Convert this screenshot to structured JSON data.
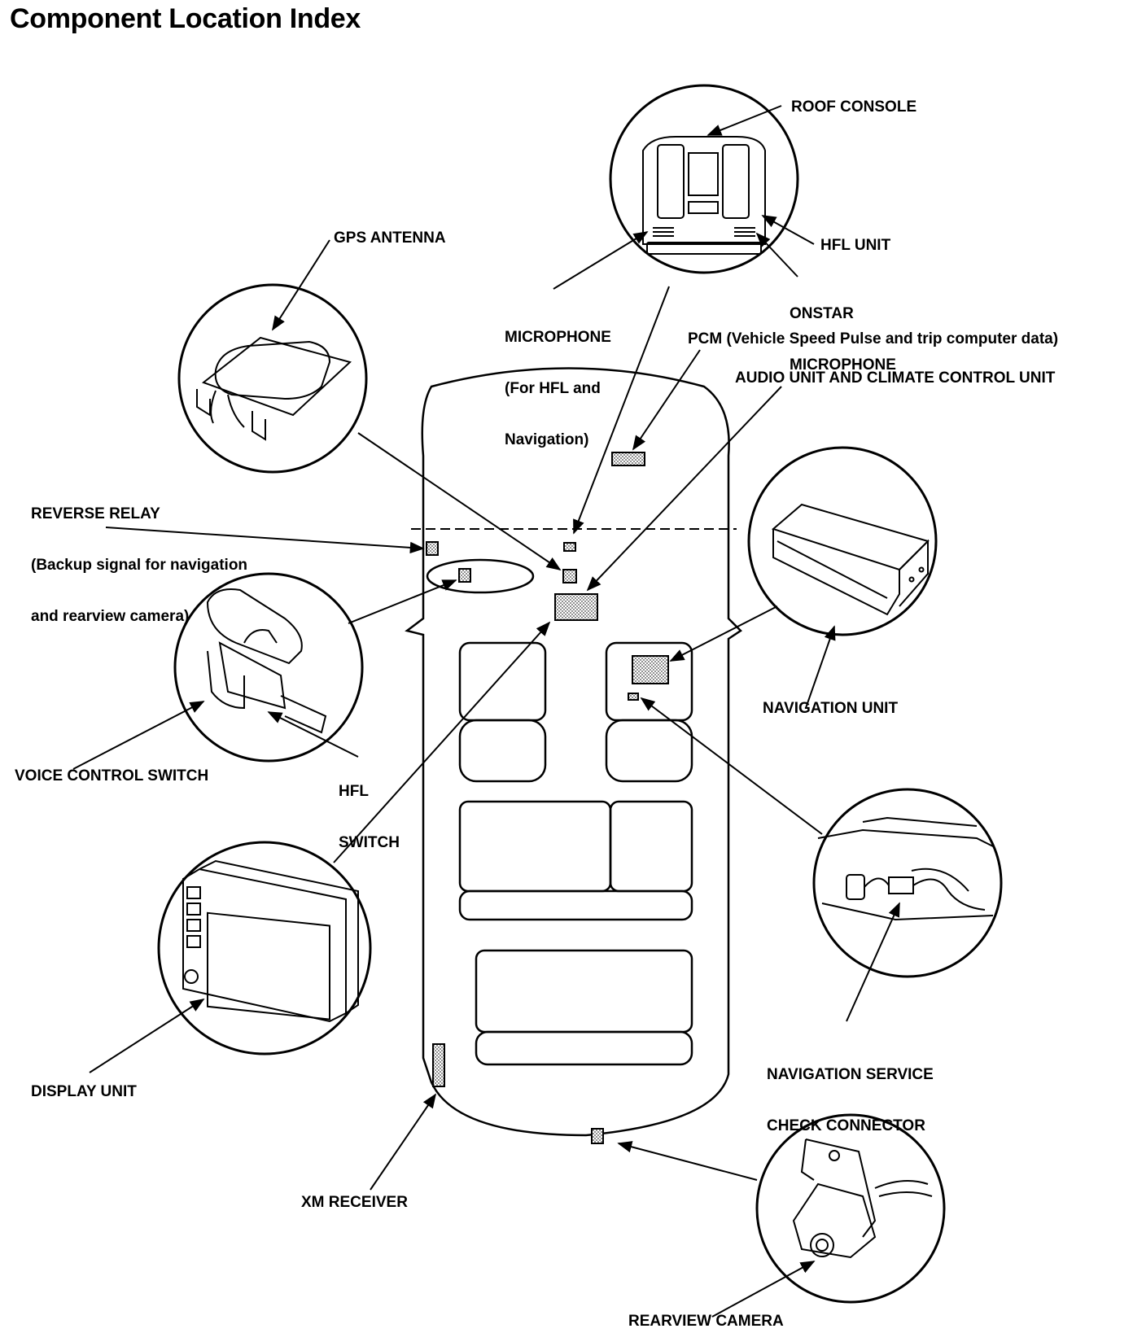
{
  "title": "Component Location Index",
  "labels": {
    "roof_console": "ROOF CONSOLE",
    "gps_antenna": "GPS ANTENNA",
    "hfl_unit": "HFL UNIT",
    "onstar_microphone": [
      "ONSTAR",
      "MICROPHONE"
    ],
    "microphone": [
      "MICROPHONE",
      "(For HFL and",
      "Navigation)"
    ],
    "pcm": "PCM (Vehicle Speed Pulse and trip computer data)",
    "audio_unit": "AUDIO UNIT AND CLIMATE CONTROL UNIT",
    "reverse_relay": [
      "REVERSE RELAY",
      "(Backup signal for navigation",
      "and rearview camera)"
    ],
    "navigation_unit": "NAVIGATION UNIT",
    "voice_control_switch": "VOICE CONTROL SWITCH",
    "hfl_switch": [
      "HFL",
      "SWITCH"
    ],
    "nav_service_check": [
      "NAVIGATION SERVICE",
      "CHECK CONNECTOR"
    ],
    "display_unit": "DISPLAY UNIT",
    "xm_receiver": "XM RECEIVER",
    "rearview_camera": "REARVIEW CAMERA"
  }
}
